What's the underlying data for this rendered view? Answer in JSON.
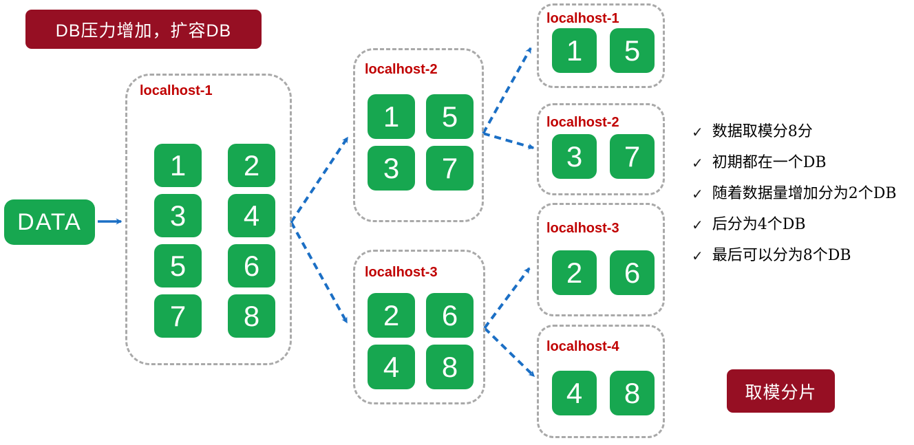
{
  "banners": {
    "top": "DB压力增加，扩容DB",
    "bottom": "取模分片"
  },
  "source": {
    "label": "DATA"
  },
  "boxes": [
    {
      "label": "localhost-1",
      "cells": [
        1,
        2,
        3,
        4,
        5,
        6,
        7,
        8
      ]
    },
    {
      "label": "localhost-2",
      "cells": [
        1,
        5,
        3,
        7
      ]
    },
    {
      "label": "localhost-3",
      "cells": [
        2,
        6,
        4,
        8
      ]
    },
    {
      "label": "localhost-1",
      "cells": [
        1,
        5
      ]
    },
    {
      "label": "localhost-2",
      "cells": [
        3,
        7
      ]
    },
    {
      "label": "localhost-3",
      "cells": [
        2,
        6
      ]
    },
    {
      "label": "localhost-4",
      "cells": [
        4,
        8
      ]
    }
  ],
  "checkmark": "✓",
  "checklist": [
    "数据取模分8分",
    "初期都在一个DB",
    "随着数据量增加分为2个DB",
    "后分为4个DB",
    "最后可以分为8个DB"
  ],
  "colors": {
    "shard_green": "#17A750",
    "banner_dark_red": "#960F23",
    "host_label_red": "#C00000",
    "arrow_blue": "#1B6FC5",
    "dashed_border_gray": "#A9A9A9"
  }
}
